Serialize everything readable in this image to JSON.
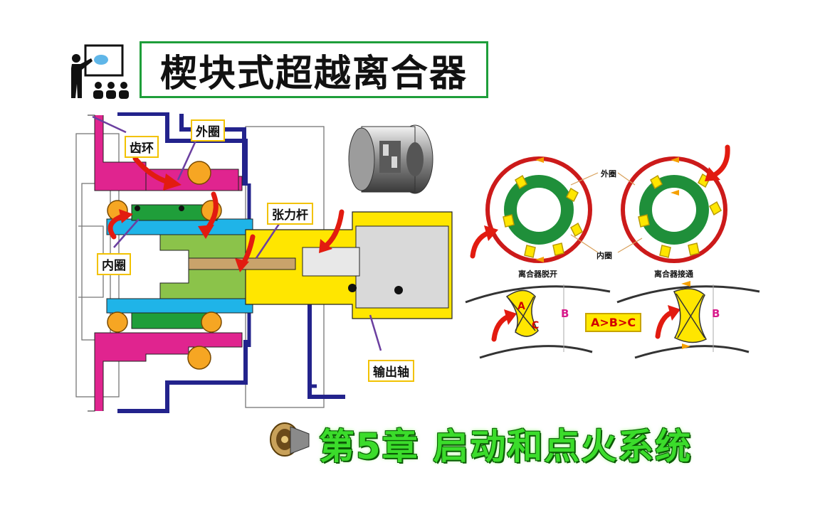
{
  "title": "楔块式超越离合器",
  "chapter": "第5章 启动和点火系统",
  "labels": {
    "ring_gear": "齿环",
    "outer_ring": "外圈",
    "inner_ring": "内圈",
    "tension_rod": "张力杆",
    "output_shaft": "输出轴"
  },
  "right": {
    "outer": "外圈",
    "inner": "内圈",
    "disengaged": "离合器脱开",
    "engaged": "离合器接通",
    "relation": "A>B>C",
    "a": "A",
    "b": "B",
    "c": "C"
  },
  "colors": {
    "green_frame": "#1e9e3a",
    "label_border": "#f2c200",
    "magenta": "#e0248f",
    "navy": "#23238c",
    "yellow": "#ffe600",
    "green": "#1f9e3a",
    "cyan": "#1fb4e8",
    "red_arrow": "#e21b10"
  },
  "icons": [
    "teacher-icon",
    "turbine-engine-icon"
  ]
}
